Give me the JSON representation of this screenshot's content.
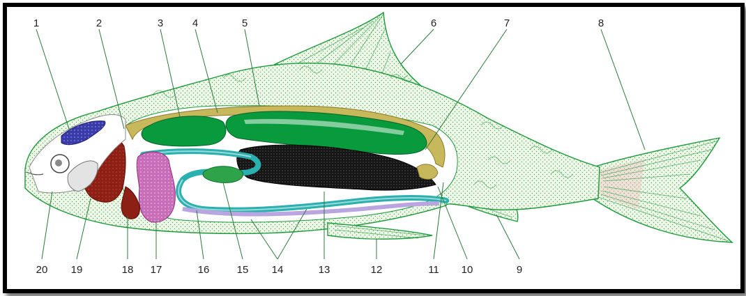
{
  "labels": [
    "1",
    "2",
    "3",
    "4",
    "5",
    "6",
    "7",
    "8",
    "9",
    "10",
    "11",
    "12",
    "13",
    "14",
    "15",
    "16",
    "17",
    "18",
    "19",
    "20"
  ],
  "colors": {
    "body_outline": "#1d9a3a",
    "body_fill": "#e7f4df",
    "swim_bladder": "#0a9a3e",
    "kidney": "#b8a64a",
    "heart": "#8e1f14",
    "liver": "#c467b5",
    "intestine": "#2bb0b0",
    "gonad": "#111111",
    "gill_arch": "#3a3aa8",
    "caudal_tint": "#f0b8b8"
  }
}
